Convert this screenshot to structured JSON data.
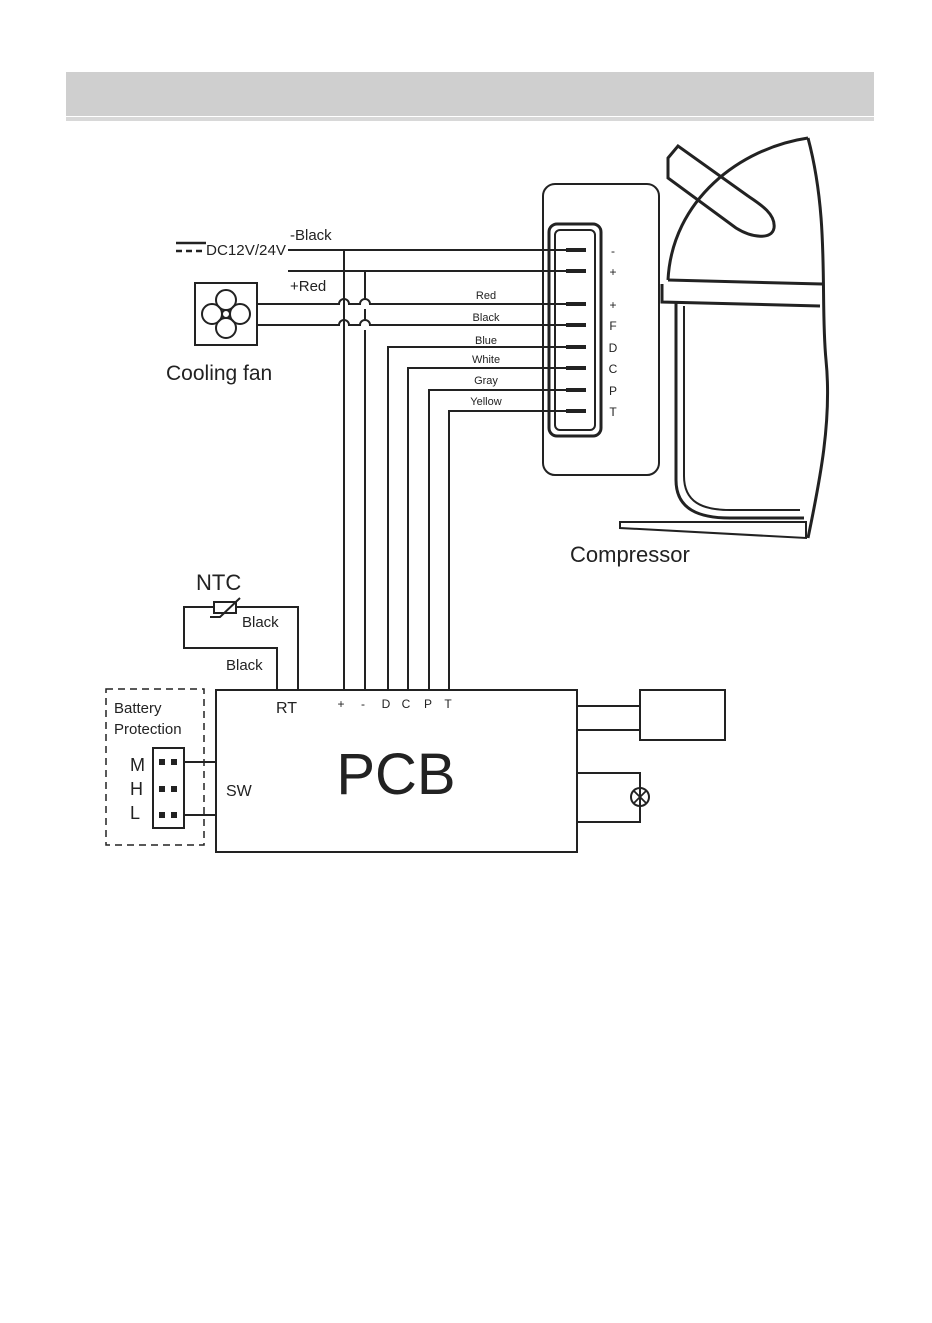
{
  "power": {
    "label": "DC12V/24V",
    "neg": "-Black",
    "pos": "+Red"
  },
  "fan": {
    "label": "Cooling fan"
  },
  "compressor": {
    "label": "Compressor",
    "pins": [
      "-",
      "+",
      "+",
      "F",
      "D",
      "C",
      "P",
      "T"
    ],
    "wires": [
      "Red",
      "Black",
      "Blue",
      "White",
      "Gray",
      "Yellow"
    ]
  },
  "ntc": {
    "label": "NTC",
    "wire1": "Black",
    "wire2": "Black"
  },
  "battery": {
    "title1": "Battery",
    "title2": "Protection",
    "levels": [
      "M",
      "H",
      "L"
    ]
  },
  "pcb": {
    "label": "PCB",
    "rt": "RT",
    "sw": "SW",
    "terminals": [
      "+",
      "-",
      "D",
      "C",
      "P",
      "T"
    ]
  }
}
